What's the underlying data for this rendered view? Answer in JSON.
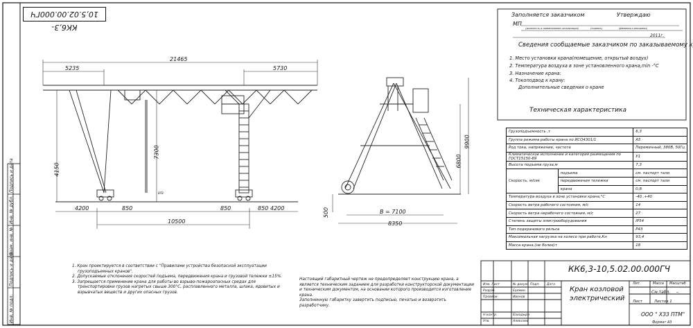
{
  "doc_code_top": "КК6,3-10,5.02.00.000ГЧ",
  "customer_block": {
    "fill_by": "Заполняется заказчиком",
    "approve": "Утверждаю",
    "mp": "МП",
    "caption_org": "(должность и наименование организации)",
    "caption_sign": "(подпись)",
    "caption_name": "(фамилия и инициалы)",
    "year": "2011г.",
    "heading": "Сведения сообщаемые заказчиком по заказываемому крану",
    "items": [
      "1. Место установки крана(помещение, открытый воздух)",
      "2. Температура воздуха в зоне установленного крана,min      -°С",
      "3. Назначение крана:",
      "4. Токоподвод к крану:",
      "Дополнительные сведения о кране"
    ]
  },
  "tech_title": "Техническая характеристика",
  "tech_rows": [
    [
      "Грузоподъемность ,т",
      "6,3"
    ],
    [
      "Группа режима работы крана по ИСО4301/1",
      "А5"
    ],
    [
      "Род тока, напряжение, частота",
      "Переменный, 380В, 50Гц"
    ],
    [
      "Климатическое исполнение и категория размещения по ГОСТ15150-69",
      "У1"
    ],
    [
      "Высота подъема груза,м",
      "7,3"
    ],
    [
      "подъема",
      "см. паспорт тали"
    ],
    [
      "передвижения  тележки",
      "см. паспорт тали"
    ],
    [
      "крана",
      "0,8"
    ],
    [
      "Температура воздуха в зоне установки крана,°С",
      "-40..+40"
    ],
    [
      "Скорость ветра рабочего состояния, м/с",
      "14"
    ],
    [
      "Скорость ветра нерабочего состояния, м/с",
      "27"
    ],
    [
      "Степень защиты электрооборудования",
      "IP54"
    ],
    [
      "Тип подкранового рельса",
      "Р43"
    ],
    [
      "Максимальная нагрузка на колесо при работе,Кн",
      "93,4"
    ],
    [
      "Масса крана,(не более)т",
      "18"
    ]
  ],
  "speed_label": "Скорость, м/сек",
  "dims_front": {
    "total": "21465",
    "left_cant": "5235",
    "right_cant": "5730",
    "lift": "7300",
    "cant_h": "4150",
    "left_off": "4200",
    "w1": "850",
    "w2": "850",
    "w3": "850",
    "right_off": "4200",
    "span": "10500"
  },
  "dims_side": {
    "height": "9900",
    "height2": "6800",
    "base": "B = 7100",
    "base2": "8350",
    "rail": "500"
  },
  "notes_left": [
    "1. Кран проектируется в соответствии с \"Правилами устройства безопасной эксплуатации",
    "грузоподъемных кранов\".",
    "2. Допускаемые отклонения скоростей подъема, передвижения крана и грузовой тележки ±15%.",
    "3. Запрещается применение крана для работы во взрыво-пожароопасных средах для",
    "транспортировки грузов нагретых свыше 300°С, расплавленного металла, шлака, ядовитых и",
    "взрывчатых веществ и других опасных грузов."
  ],
  "notes_mid": [
    "Настоящий габаритный чертеж не предопределяет конструкцию крана, а",
    "является техническим заданием для разработки конструкторской документации",
    "и техническим документом, на основании которого производится изготовление",
    "крана.",
    "Заполненную габаритку завертить подписью, печатью и возвратить",
    "разработчику."
  ],
  "title_block": {
    "code": "КК6,3-10,5.02.00.000ГЧ",
    "name": "Кран козловой электрический",
    "org": "ООО \" ХЗЗ ПТМ\"",
    "lit": "Лит.",
    "mass": "Масса",
    "scale": "Масштаб",
    "mass_val": "См.табл.",
    "scale_val": "–",
    "sheet": "Лист",
    "sheets": "Листов   1",
    "format": "Формат А3",
    "rows": [
      [
        "Изм. Лист",
        "№ докум.",
        "Подп.",
        "Дата"
      ],
      [
        "Разраб.",
        "Еремин",
        "",
        ""
      ],
      [
        "Провери.",
        "Ивонов",
        "",
        ""
      ],
      [
        "Н.контр.",
        "Бахадыра",
        "",
        ""
      ],
      [
        "Утв.",
        "Алексеев",
        "",
        ""
      ]
    ]
  },
  "side_labels": [
    "Подпись и дата",
    "Инв. № дубл.",
    "Взам. инв. №",
    "Подпись и дата",
    "Инв. № подл."
  ],
  "brake_label": "ВГВ"
}
